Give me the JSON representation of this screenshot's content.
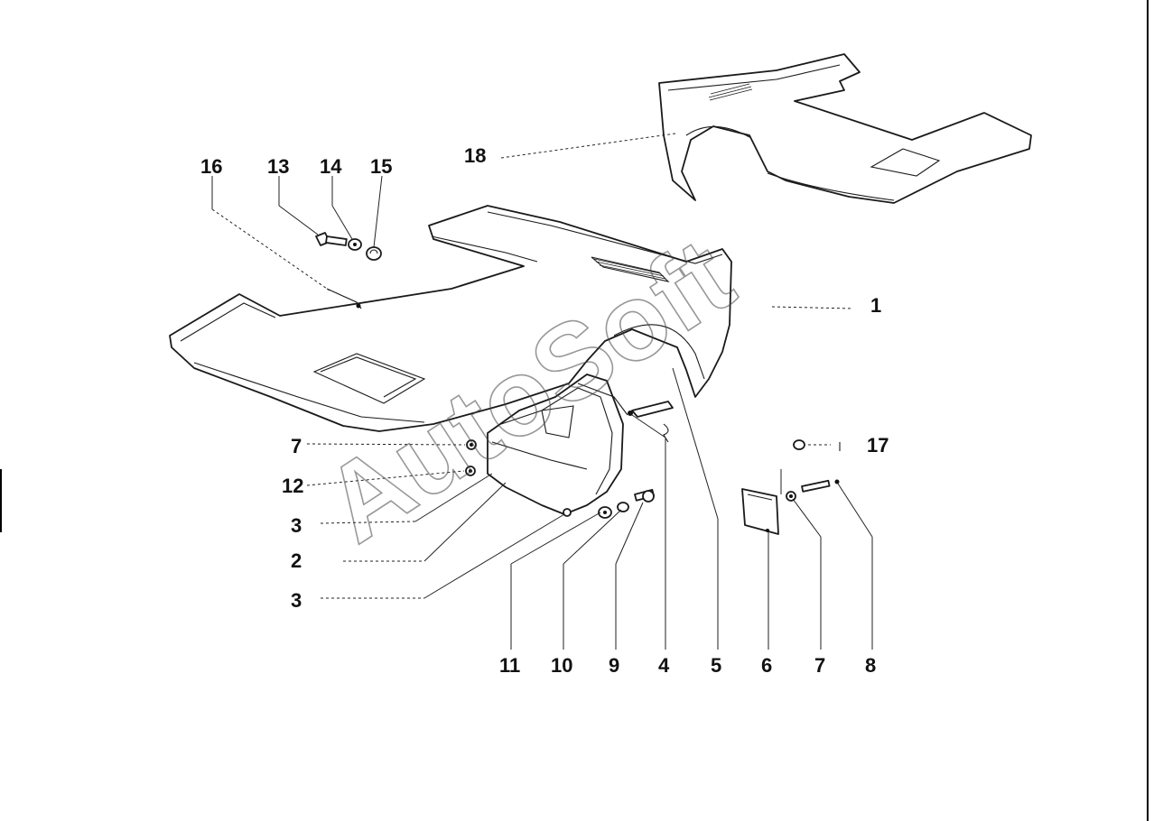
{
  "watermark": "AutoSoft",
  "callouts": {
    "c1": "1",
    "c2": "2",
    "c3a": "3",
    "c3b": "3",
    "c4": "4",
    "c5": "5",
    "c6": "6",
    "c7a": "7",
    "c7b": "7",
    "c8": "8",
    "c9": "9",
    "c10": "10",
    "c11": "11",
    "c12": "12",
    "c13": "13",
    "c14": "14",
    "c15": "15",
    "c16": "16",
    "c17": "17",
    "c18": "18"
  }
}
